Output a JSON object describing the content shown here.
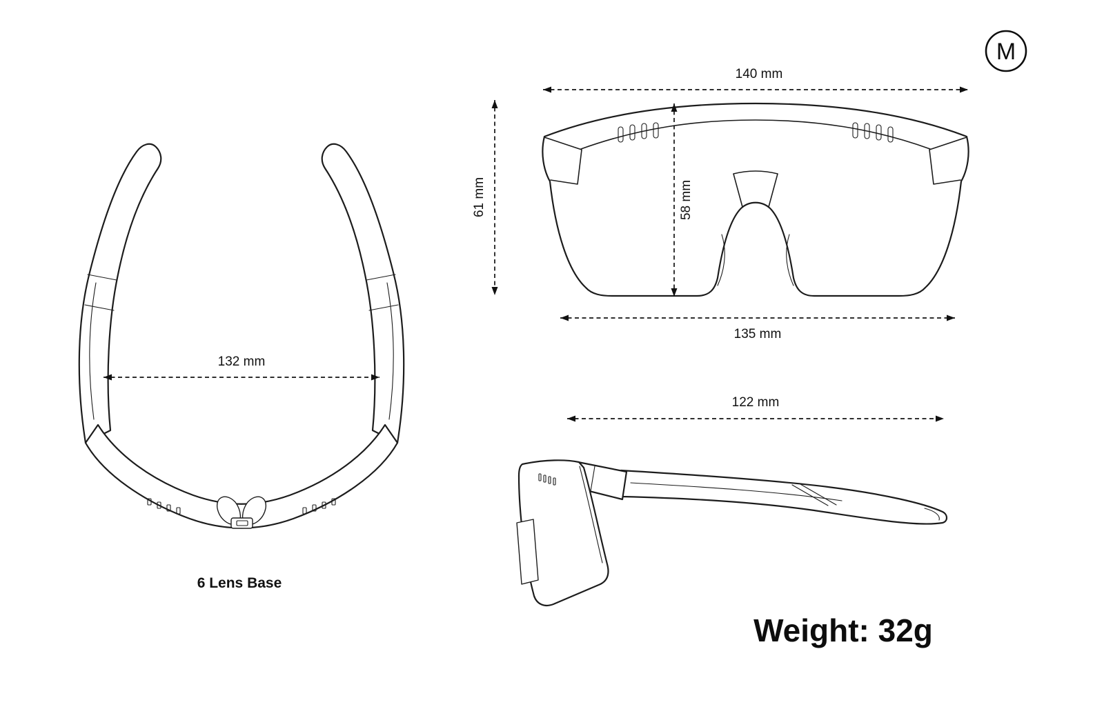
{
  "badge": {
    "size": "M"
  },
  "top_view": {
    "dim_width": "132 mm",
    "label": "6 Lens Base"
  },
  "front_view": {
    "dim_total_width": "140 mm",
    "dim_height": "61 mm",
    "dim_lens_height": "58 mm",
    "dim_lens_width": "135 mm"
  },
  "side_view": {
    "dim_temple_length": "122 mm"
  },
  "weight_label": "Weight: 32g"
}
